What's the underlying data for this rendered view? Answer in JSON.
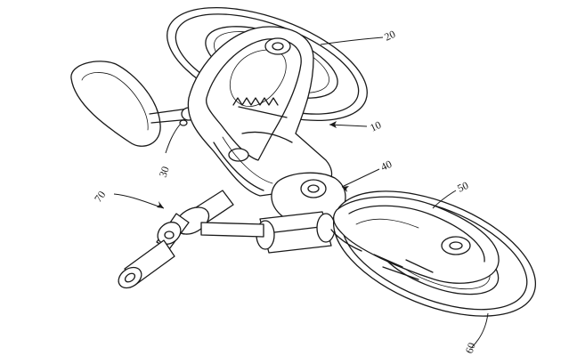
{
  "figure": {
    "reference_numerals": [
      {
        "id": "frame",
        "label": "10"
      },
      {
        "id": "rear-wheel-assembly",
        "label": "20"
      },
      {
        "id": "seat",
        "label": "30"
      },
      {
        "id": "steering-pivot",
        "label": "40"
      },
      {
        "id": "front-wheel-housing",
        "label": "50"
      },
      {
        "id": "front-wheel",
        "label": "60"
      },
      {
        "id": "handlebar",
        "label": "70"
      }
    ]
  }
}
